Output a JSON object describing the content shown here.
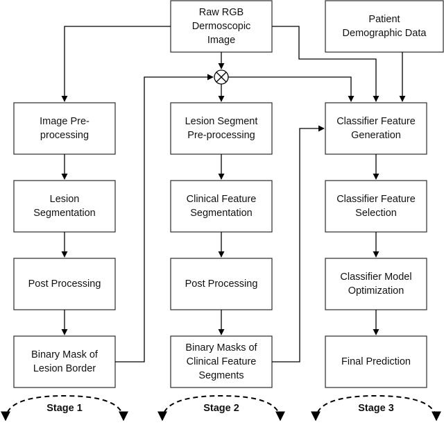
{
  "boxes": {
    "raw_image": "Raw RGB\nDermoscopic\nImage",
    "patient_data": "Patient\nDemographic Data",
    "image_preprocessing": "Image Pre-\nprocessing",
    "lesion_segmentation": "Lesion\nSegmentation",
    "post_processing_1": "Post Processing",
    "binary_mask_lesion": "Binary Mask of\nLesion Border",
    "lesion_segment_preprocessing": "Lesion Segment\nPre-processing",
    "clinical_feature_segmentation": "Clinical Feature\nSegmentation",
    "post_processing_2": "Post Processing",
    "binary_masks_clinical": "Binary Masks of\nClinical Feature\nSegments",
    "classifier_feature_generation": "Classifier Feature\nGeneration",
    "classifier_feature_selection": "Classifier Feature\nSelection",
    "classifier_model_optimization": "Classifier Model\nOptimization",
    "final_prediction": "Final Prediction"
  },
  "stages": {
    "stage1": "Stage 1",
    "stage2": "Stage 2",
    "stage3": "Stage 3"
  },
  "multiply_symbol": "⊗"
}
